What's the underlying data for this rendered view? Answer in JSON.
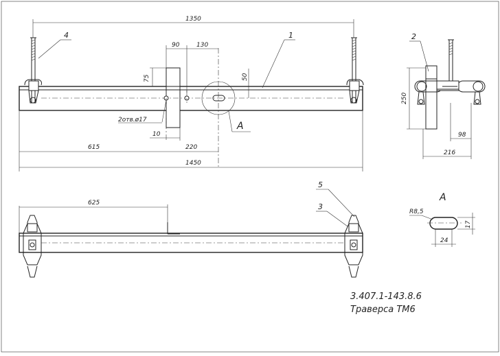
{
  "drawing": {
    "dimensions": {
      "d1350": "1350",
      "d90": "90",
      "d130": "130",
      "d75": "75",
      "d50": "50",
      "holes": "2отв.ø17",
      "d10": "10",
      "d615": "615",
      "d220": "220",
      "d1450": "1450",
      "d250": "250",
      "d98": "98",
      "d216": "216",
      "d625": "625",
      "r85": "R8,5",
      "d24": "24",
      "d17": "17"
    },
    "callouts": {
      "c1": "1",
      "c2": "2",
      "c3": "3",
      "c4": "4",
      "c5": "5",
      "view_a_marker": "A",
      "view_a_title": "A"
    },
    "title_block": {
      "code": "3.407.1-143.8.6",
      "name": "Траверса ТМ6"
    }
  }
}
